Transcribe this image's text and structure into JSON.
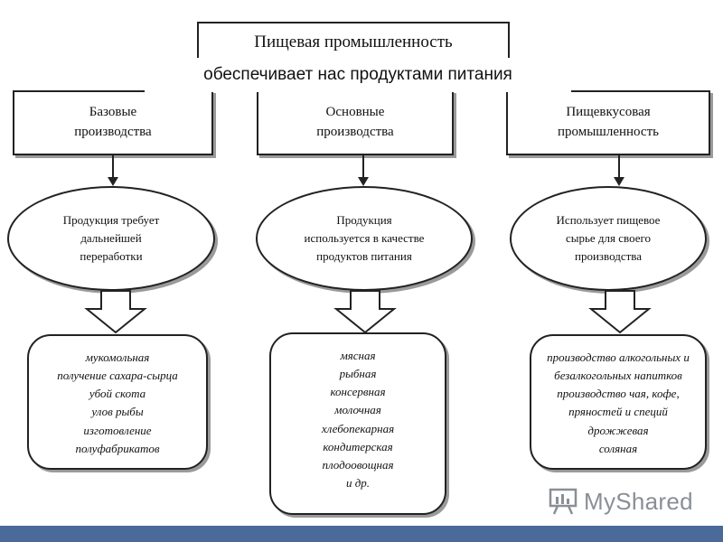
{
  "title": "Пищевая промышленность",
  "subtitle": "обеспечивает нас продуктами питания",
  "columns": [
    {
      "category": "Базовые\nпроизводства",
      "description": "Продукция требует\nдальнейшей\nпереработки",
      "items": [
        "мукомольная",
        "получение сахара-сырца",
        "убой скота",
        "улов рыбы",
        "изготовление",
        "полуфабрикатов"
      ]
    },
    {
      "category": "Основные\nпроизводства",
      "description": "Продукция\nиспользуется в качестве\nпродуктов питания",
      "items": [
        "мясная",
        "рыбная",
        "консервная",
        "молочная",
        "хлебопекарная",
        "кондитерская",
        "плодоовощная",
        "и др."
      ]
    },
    {
      "category": "Пищевкусовая\nпромышленность",
      "description": "Использует пищевое\nсырье для своего\nпроизводства",
      "items": [
        "производство алкогольных и",
        "безалкогольных напитков",
        "производство чая, кофе,",
        "пряностей и специй",
        "дрожжевая",
        "соляная"
      ]
    }
  ],
  "watermark": {
    "text": "MyShared",
    "color": "#8a8f96"
  },
  "colors": {
    "border": "#222222",
    "shadow": "#9a9a9a",
    "bottom_bar": "#4a6a99"
  }
}
